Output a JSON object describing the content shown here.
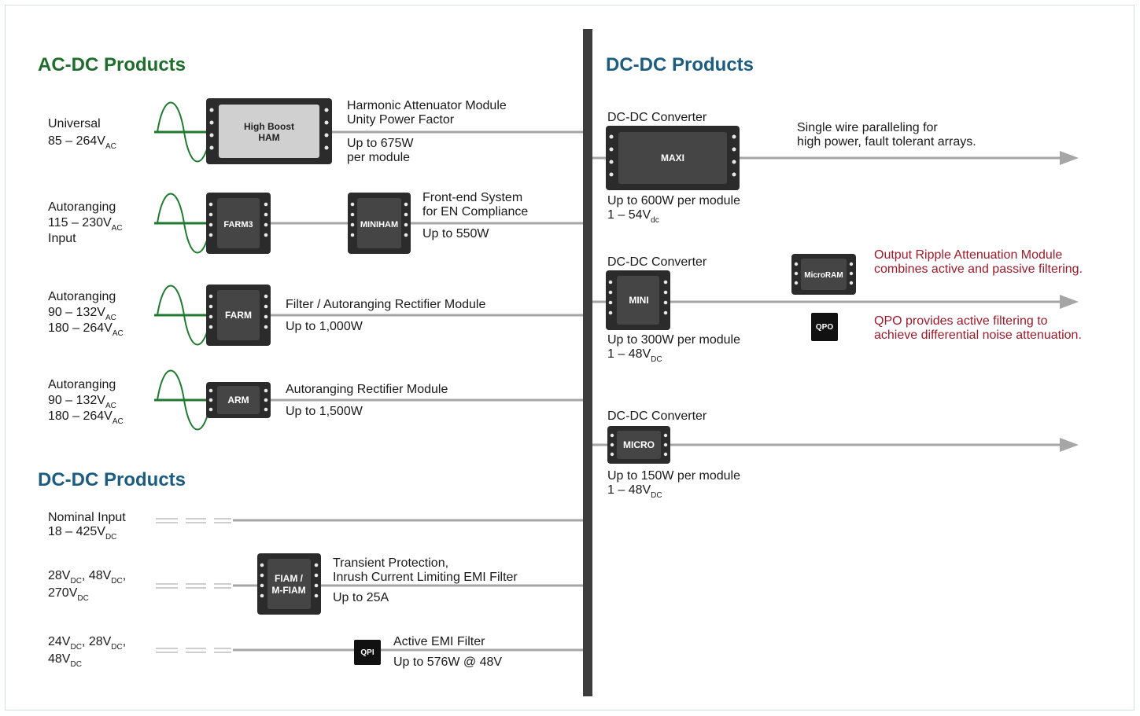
{
  "headings": {
    "ac_dc": "AC-DC Products",
    "dc_dc_left": "DC-DC Products",
    "dc_dc_right": "DC-DC Products"
  },
  "modules": {
    "high_boost_ham": "High Boost HAM",
    "farm3": "FARM3",
    "miniham": "MINIHAM",
    "farm": "FARM",
    "arm": "ARM",
    "fiam": "FIAM / M-FIAM",
    "qpi": "QPI",
    "maxi": "MAXI",
    "mini": "MINI",
    "microram": "MicroRAM",
    "qpo": "QPO",
    "micro": "MICRO"
  },
  "inputs": {
    "universal": {
      "line1": "Universal",
      "range": "85 – 264V",
      "unit": "AC"
    },
    "auto1": {
      "line1": "Autoranging",
      "range": "115 – 230V",
      "unit": "AC",
      "line3": "Input"
    },
    "auto2": {
      "line1": "Autoranging",
      "range1": "90 – 132V",
      "range2": "180 – 264V",
      "unit": "AC"
    },
    "auto3": {
      "line1": "Autoranging",
      "range1": "90 – 132V",
      "range2": "180 – 264V",
      "unit": "AC"
    },
    "nominal": {
      "line1": "Nominal Input",
      "range": "18 – 425V",
      "unit": "DC"
    },
    "dc2": {
      "v1": "28V",
      "v2": "48V",
      "v3": "270V",
      "unit": "DC",
      "sep": ","
    },
    "dc3": {
      "v1": "24V",
      "v2": "28V",
      "v3": "48V",
      "unit": "DC",
      "sep": ","
    }
  },
  "descriptions": {
    "ham_line1": "Harmonic Attenuator Module",
    "ham_line2": "Unity Power Factor",
    "ham_power1": "Up to 675W",
    "ham_power2": "per module",
    "miniham_line1": "Front-end System",
    "miniham_line2": "for EN Compliance",
    "miniham_power": "Up to 550W",
    "farm_line1": "Filter / Autoranging Rectifier Module",
    "farm_power": "Up to 1,000W",
    "arm_line1": "Autoranging Rectifier Module",
    "arm_power": "Up to 1,500W",
    "fiam_line1": "Transient Protection,",
    "fiam_line2": "Inrush Current Limiting EMI Filter",
    "fiam_power": "Up to 25A",
    "qpi_line1": "Active EMI Filter",
    "qpi_power": "Up to 576W @ 48V"
  },
  "converters": {
    "maxi": {
      "title": "DC-DC Converter",
      "power": "Up to 600W per module",
      "range": "1 – 54V",
      "unit": "dc",
      "note1": "Single wire paralleling for",
      "note2": "high power, fault tolerant arrays."
    },
    "mini": {
      "title": "DC-DC Converter",
      "power": "Up to 300W per module",
      "range": "1 – 48V",
      "unit": "DC"
    },
    "micro": {
      "title": "DC-DC Converter",
      "power": "Up to 150W per module",
      "range": "1 – 48V",
      "unit": "DC"
    }
  },
  "notes": {
    "microram_line1": "Output Ripple Attenuation Module",
    "microram_line2": "combines active and passive filtering.",
    "qpo_line1": "QPO provides active filtering to",
    "qpo_line2": "achieve differential noise attenuation."
  },
  "colors": {
    "ac_heading": "#1f6d2c",
    "dc_heading": "#1b5c80",
    "note_red": "#9b1b2a",
    "sine_green": "#1f7a2f",
    "bus_line": "#a6a6a6",
    "module_dark": "#3a3a3a",
    "module_light": "#cfcfcf"
  }
}
